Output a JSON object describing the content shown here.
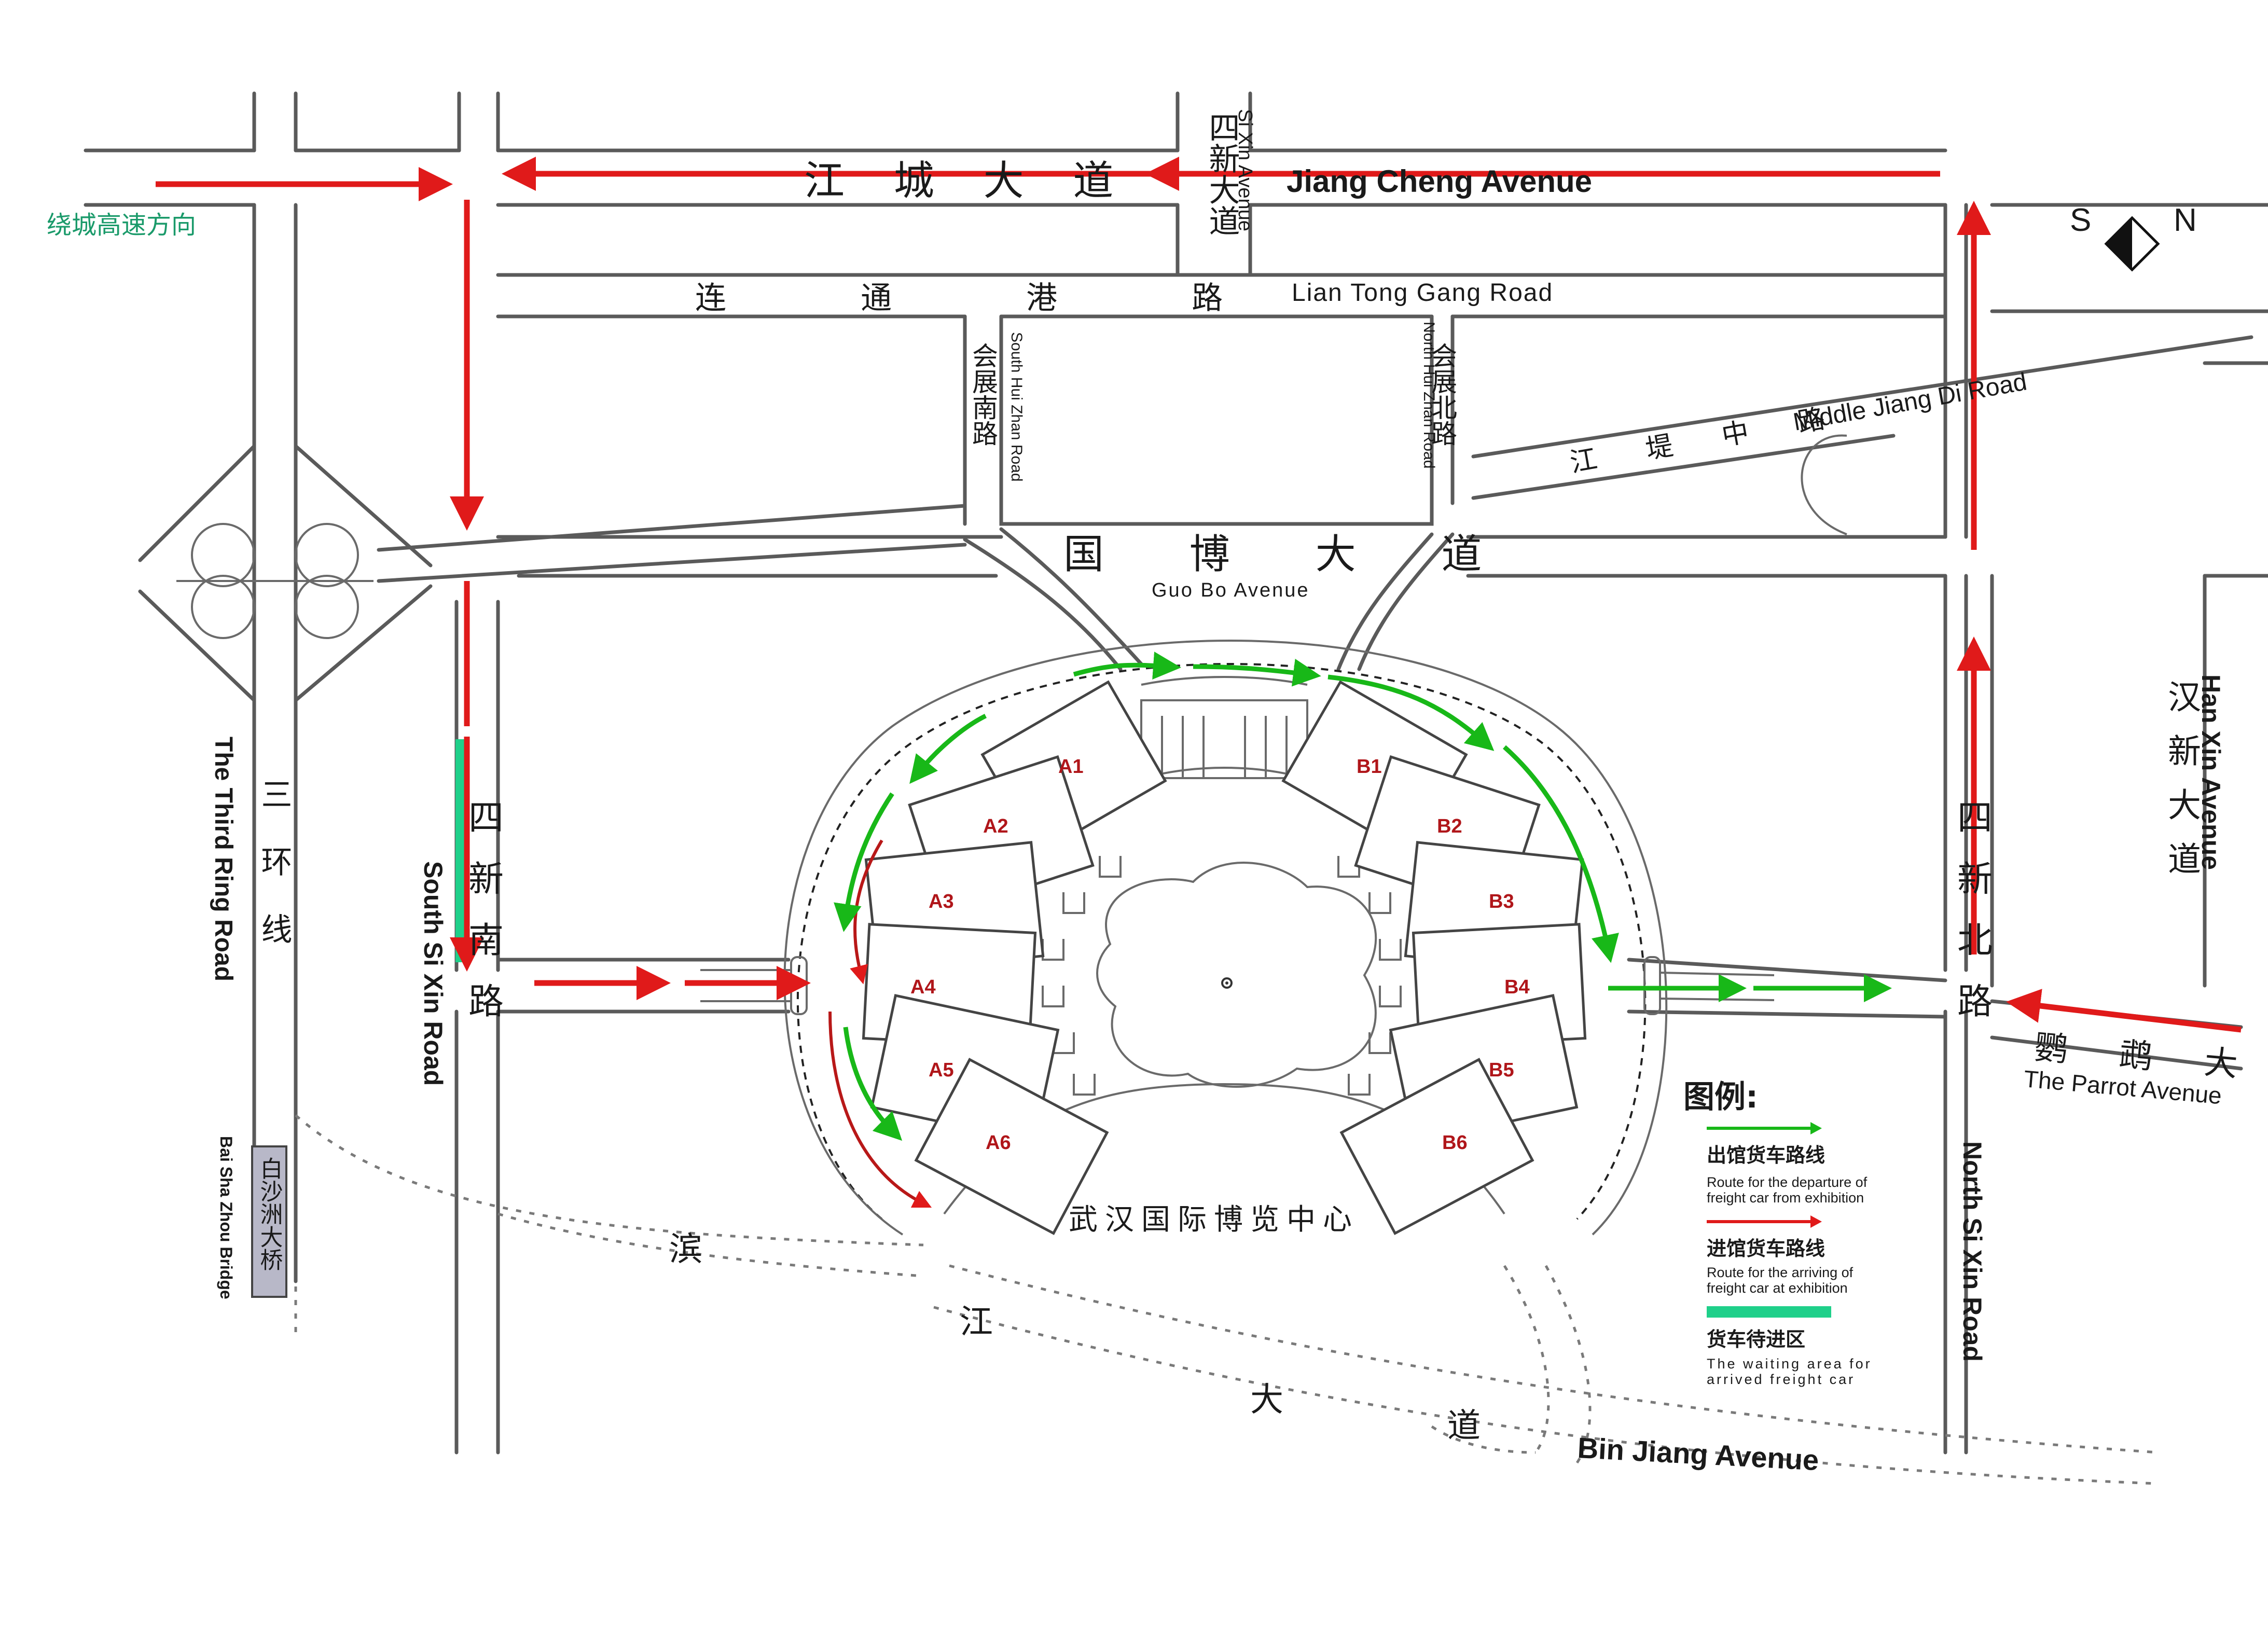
{
  "compass": {
    "left": "S",
    "right": "N"
  },
  "roads": {
    "jiang_cheng_zh": "江 城 大 道",
    "jiang_cheng_en": "Jiang Cheng Avenue",
    "lian_tong_zh": "连 通 港 路",
    "lian_tong_en": "Lian Tong Gang Road",
    "si_xin_avenue_zh": "四新大道",
    "si_xin_avenue_en": "Si Xin Avenue",
    "hui_zhan_south_zh": "会展南路",
    "hui_zhan_south_en": "South Hui Zhan Road",
    "hui_zhan_north_zh": "会展北路",
    "hui_zhan_north_en": "North Hui Zhan Road",
    "jiang_di_zh": "江 堤 中 路",
    "jiang_di_en": "Middle Jiang Di Road",
    "guo_bo_zh": "国 博 大 道",
    "guo_bo_en": "Guo Bo Avenue",
    "third_ring_zh": "三环线",
    "third_ring_en": "The Third Ring Road",
    "bai_sha_zh": "白沙洲大桥",
    "bai_sha_en": "Bai Sha Zhou Bridge",
    "south_si_xin_zh": "四新南路",
    "south_si_xin_en": "South Si Xin Road",
    "north_si_xin_zh": "四新北路",
    "north_si_xin_en": "North Si Xin Road",
    "han_xin_zh": "汉新大道",
    "han_xin_en": "Han Xin Avenue",
    "parrot_zh": "鹦 鹉 大 道",
    "parrot_en": "The Parrot Avenue",
    "bin_jiang_zh": [
      "滨",
      "江",
      "大",
      "道"
    ],
    "bin_jiang_en": "Bin Jiang Avenue",
    "ring_expressway_zh": "绕城高速方向"
  },
  "center_name": "武汉国际博览中心",
  "halls": [
    "A1",
    "A2",
    "A3",
    "A4",
    "A5",
    "A6",
    "B1",
    "B2",
    "B3",
    "B4",
    "B5",
    "B6"
  ],
  "legend": {
    "title": "图例:",
    "items": [
      {
        "zh": "出馆货车路线",
        "en1": "Route for the departure of",
        "en2": "freight car from exhibition",
        "color": "#18b818",
        "type": "arrow"
      },
      {
        "zh": "进馆货车路线",
        "en1": "Route for the arriving of",
        "en2": "freight car at exhibition",
        "color": "#e01a1a",
        "type": "arrow"
      },
      {
        "zh": "货车待进区",
        "en1": "The waiting area for",
        "en2": "arrived freight car",
        "color": "#1fd08a",
        "type": "bar"
      }
    ]
  },
  "colors": {
    "departure_route": "#18b818",
    "arrival_route": "#e01a1a",
    "waiting_area": "#1fd08a",
    "expressway_label": "#1a9a6a",
    "hall_label": "#b0161a"
  }
}
